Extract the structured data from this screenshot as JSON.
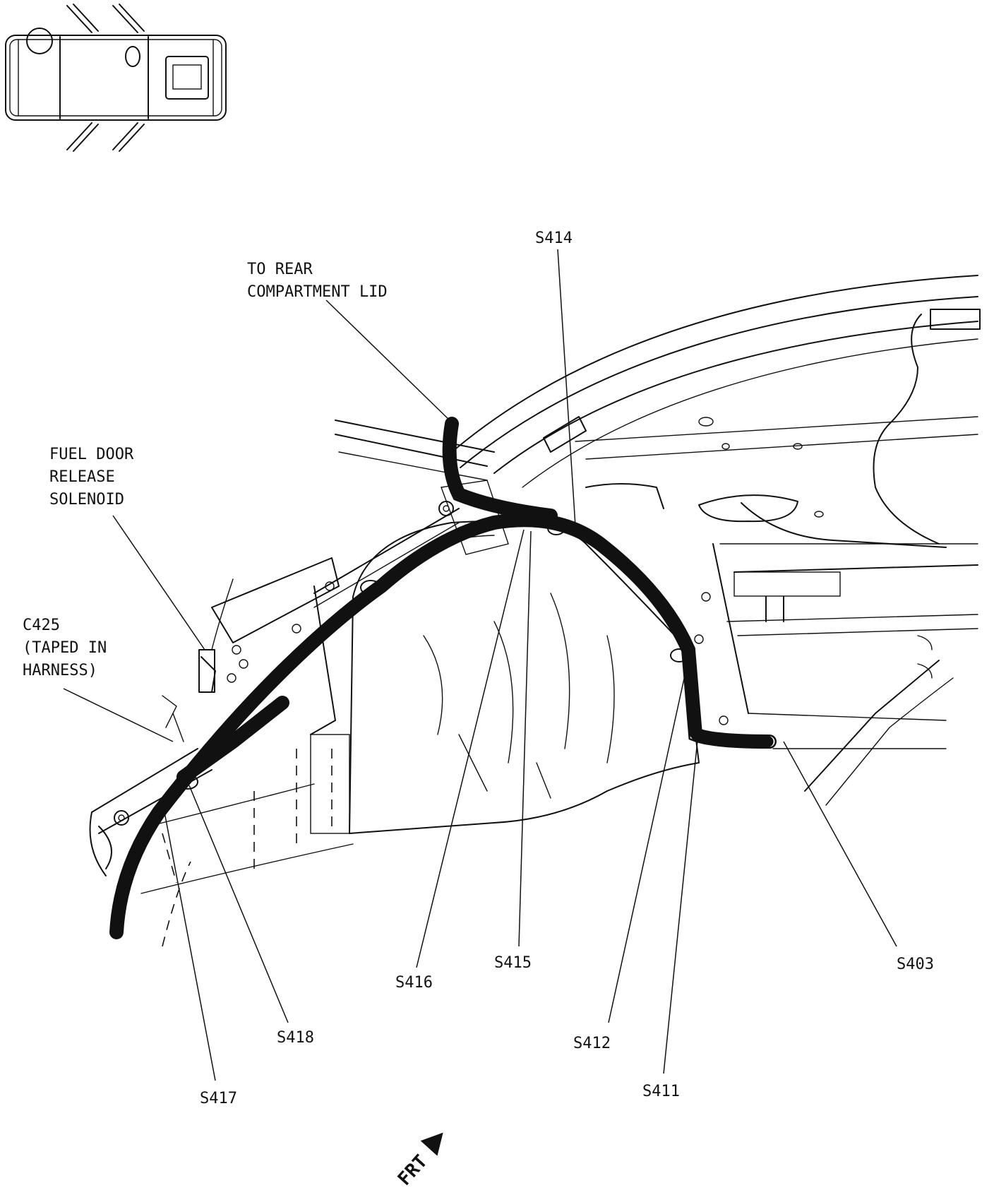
{
  "diagram": {
    "callouts": [
      {
        "id": "to-rear-compartment-lid",
        "lines": [
          "TO REAR",
          "COMPARTMENT LID"
        ]
      },
      {
        "id": "fuel-door-release-solenoid",
        "lines": [
          "FUEL DOOR",
          "RELEASE",
          "SOLENOID"
        ]
      },
      {
        "id": "c425",
        "lines": [
          "C425",
          "(TAPED IN",
          "HARNESS)"
        ]
      },
      {
        "id": "s414",
        "lines": [
          "S414"
        ]
      },
      {
        "id": "s416",
        "lines": [
          "S416"
        ]
      },
      {
        "id": "s415",
        "lines": [
          "S415"
        ]
      },
      {
        "id": "s403",
        "lines": [
          "S403"
        ]
      },
      {
        "id": "s418",
        "lines": [
          "S418"
        ]
      },
      {
        "id": "s412",
        "lines": [
          "S412"
        ]
      },
      {
        "id": "s417",
        "lines": [
          "S417"
        ]
      },
      {
        "id": "s411",
        "lines": [
          "S411"
        ]
      }
    ],
    "direction_label": "FRT"
  }
}
